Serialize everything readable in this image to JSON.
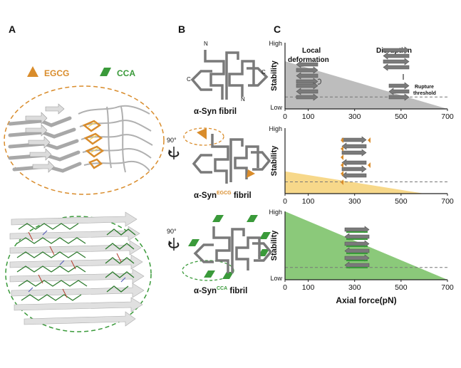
{
  "panels": {
    "a": "A",
    "b": "B",
    "c": "C"
  },
  "legend": {
    "egcg": "EGCG",
    "cca": "CCA"
  },
  "colors": {
    "egcg": "#d98c2b",
    "cca": "#3a9a3a",
    "gray_area": "#bdbdbd",
    "yellow_area": "#f7d88a",
    "green_area": "#8bc97a",
    "strand": "#6b6b6b",
    "dash_orange": "#d98c2b",
    "dash_green": "#3a9a3a"
  },
  "rotation": {
    "deg1": "90°",
    "deg2": "90°"
  },
  "fibrils": {
    "wt": {
      "label": "α-Syn fibril",
      "n1": "N",
      "n2": "N",
      "c1": "C",
      "c2": "C"
    },
    "egcg": {
      "prefix": "α-Syn",
      "sup": "EGCG",
      "suffix": " fibril"
    },
    "cca": {
      "prefix": "α-Syn",
      "sup": "CCA",
      "suffix": " fibril"
    }
  },
  "annotations": {
    "local": "Local",
    "deformation": "deformation",
    "disruption": "Disruption",
    "rupture1": "Rupture",
    "rupture2": "threshold"
  },
  "chart_data": [
    {
      "type": "area",
      "ylabel": "Stability",
      "x": [
        0,
        700
      ],
      "y": [
        0.72,
        0.0
      ],
      "threshold": 0.18,
      "ylim_labels": [
        "High",
        "Low"
      ],
      "xlim": [
        0,
        700
      ],
      "ticks": [
        "0",
        "100",
        "300",
        "500",
        "700"
      ]
    },
    {
      "type": "area",
      "ylabel": "Stability",
      "x": [
        0,
        600
      ],
      "y": [
        0.34,
        0.0
      ],
      "threshold": 0.18,
      "ylim_labels": [
        "High",
        ""
      ],
      "xlim": [
        0,
        700
      ],
      "ticks": [
        "0",
        "100",
        "300",
        "500",
        "700"
      ]
    },
    {
      "type": "area",
      "ylabel": "Stability",
      "x": [
        0,
        700
      ],
      "y": [
        1.0,
        0.0
      ],
      "threshold": 0.18,
      "ylim_labels": [
        "High",
        "Low"
      ],
      "xlim": [
        0,
        700
      ],
      "ticks": [
        "0",
        "100",
        "300",
        "500",
        "700"
      ],
      "xlabel": "Axial force(pN)"
    }
  ]
}
